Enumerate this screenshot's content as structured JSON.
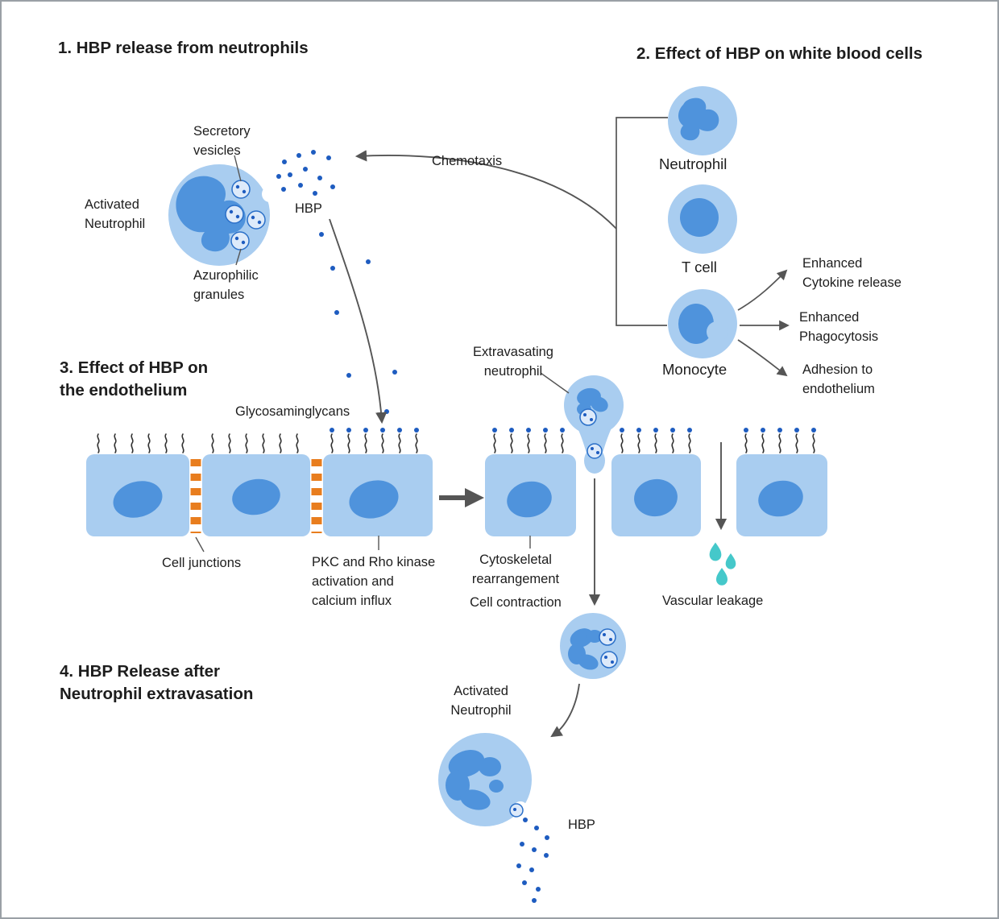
{
  "diagram": {
    "sections": {
      "s1_title": "1. HBP release from neutrophils",
      "s2_title": "2. Effect of HBP on white blood cells",
      "s3_title": "3. Effect of HBP on\nthe endothelium",
      "s4_title": "4. HBP Release after\nNeutrophil extravasation"
    },
    "labels": {
      "secretory_vesicles": "Secretory\nvesicles",
      "activated_neutrophil_top": "Activated\nNeutrophil",
      "azurophilic_granules": "Azurophilic\ngranules",
      "hbp_top": "HBP",
      "chemotaxis": "Chemotaxis",
      "neutrophil": "Neutrophil",
      "t_cell": "T cell",
      "monocyte": "Monocyte",
      "enhanced_cytokine_release": "Enhanced\nCytokine release",
      "enhanced_phagocytosis": "Enhanced\nPhagocytosis",
      "adhesion_to_endothelium": "Adhesion to\nendothelium",
      "glycosaminglycans": "Glycosaminglycans",
      "cell_junctions": "Cell junctions",
      "pkc_rho": "PKC and Rho kinase\nactivation and\ncalcium influx",
      "extravasating_neutrophil": "Extravasating\nneutrophil",
      "cytoskeletal_rearrangement": "Cytoskeletal\nrearrangement",
      "cell_contraction": "Cell contraction",
      "vascular_leakage": "Vascular leakage",
      "activated_neutrophil_bottom": "Activated\nNeutrophil",
      "hbp_bottom": "HBP"
    },
    "colors": {
      "cell_body": "#a9cdf0",
      "nucleus": "#4f93dc",
      "hbp_dot": "#1e5cc0",
      "granule_fill": "#ddeafa",
      "granule_stroke": "#2a6fc8",
      "junction_orange": "#e87d1e",
      "leakage_teal": "#45c8ca",
      "arrow_gray": "#555555",
      "glycan_dark": "#333333",
      "text": "#1d1d1d",
      "border": "#9aa0a6"
    }
  }
}
